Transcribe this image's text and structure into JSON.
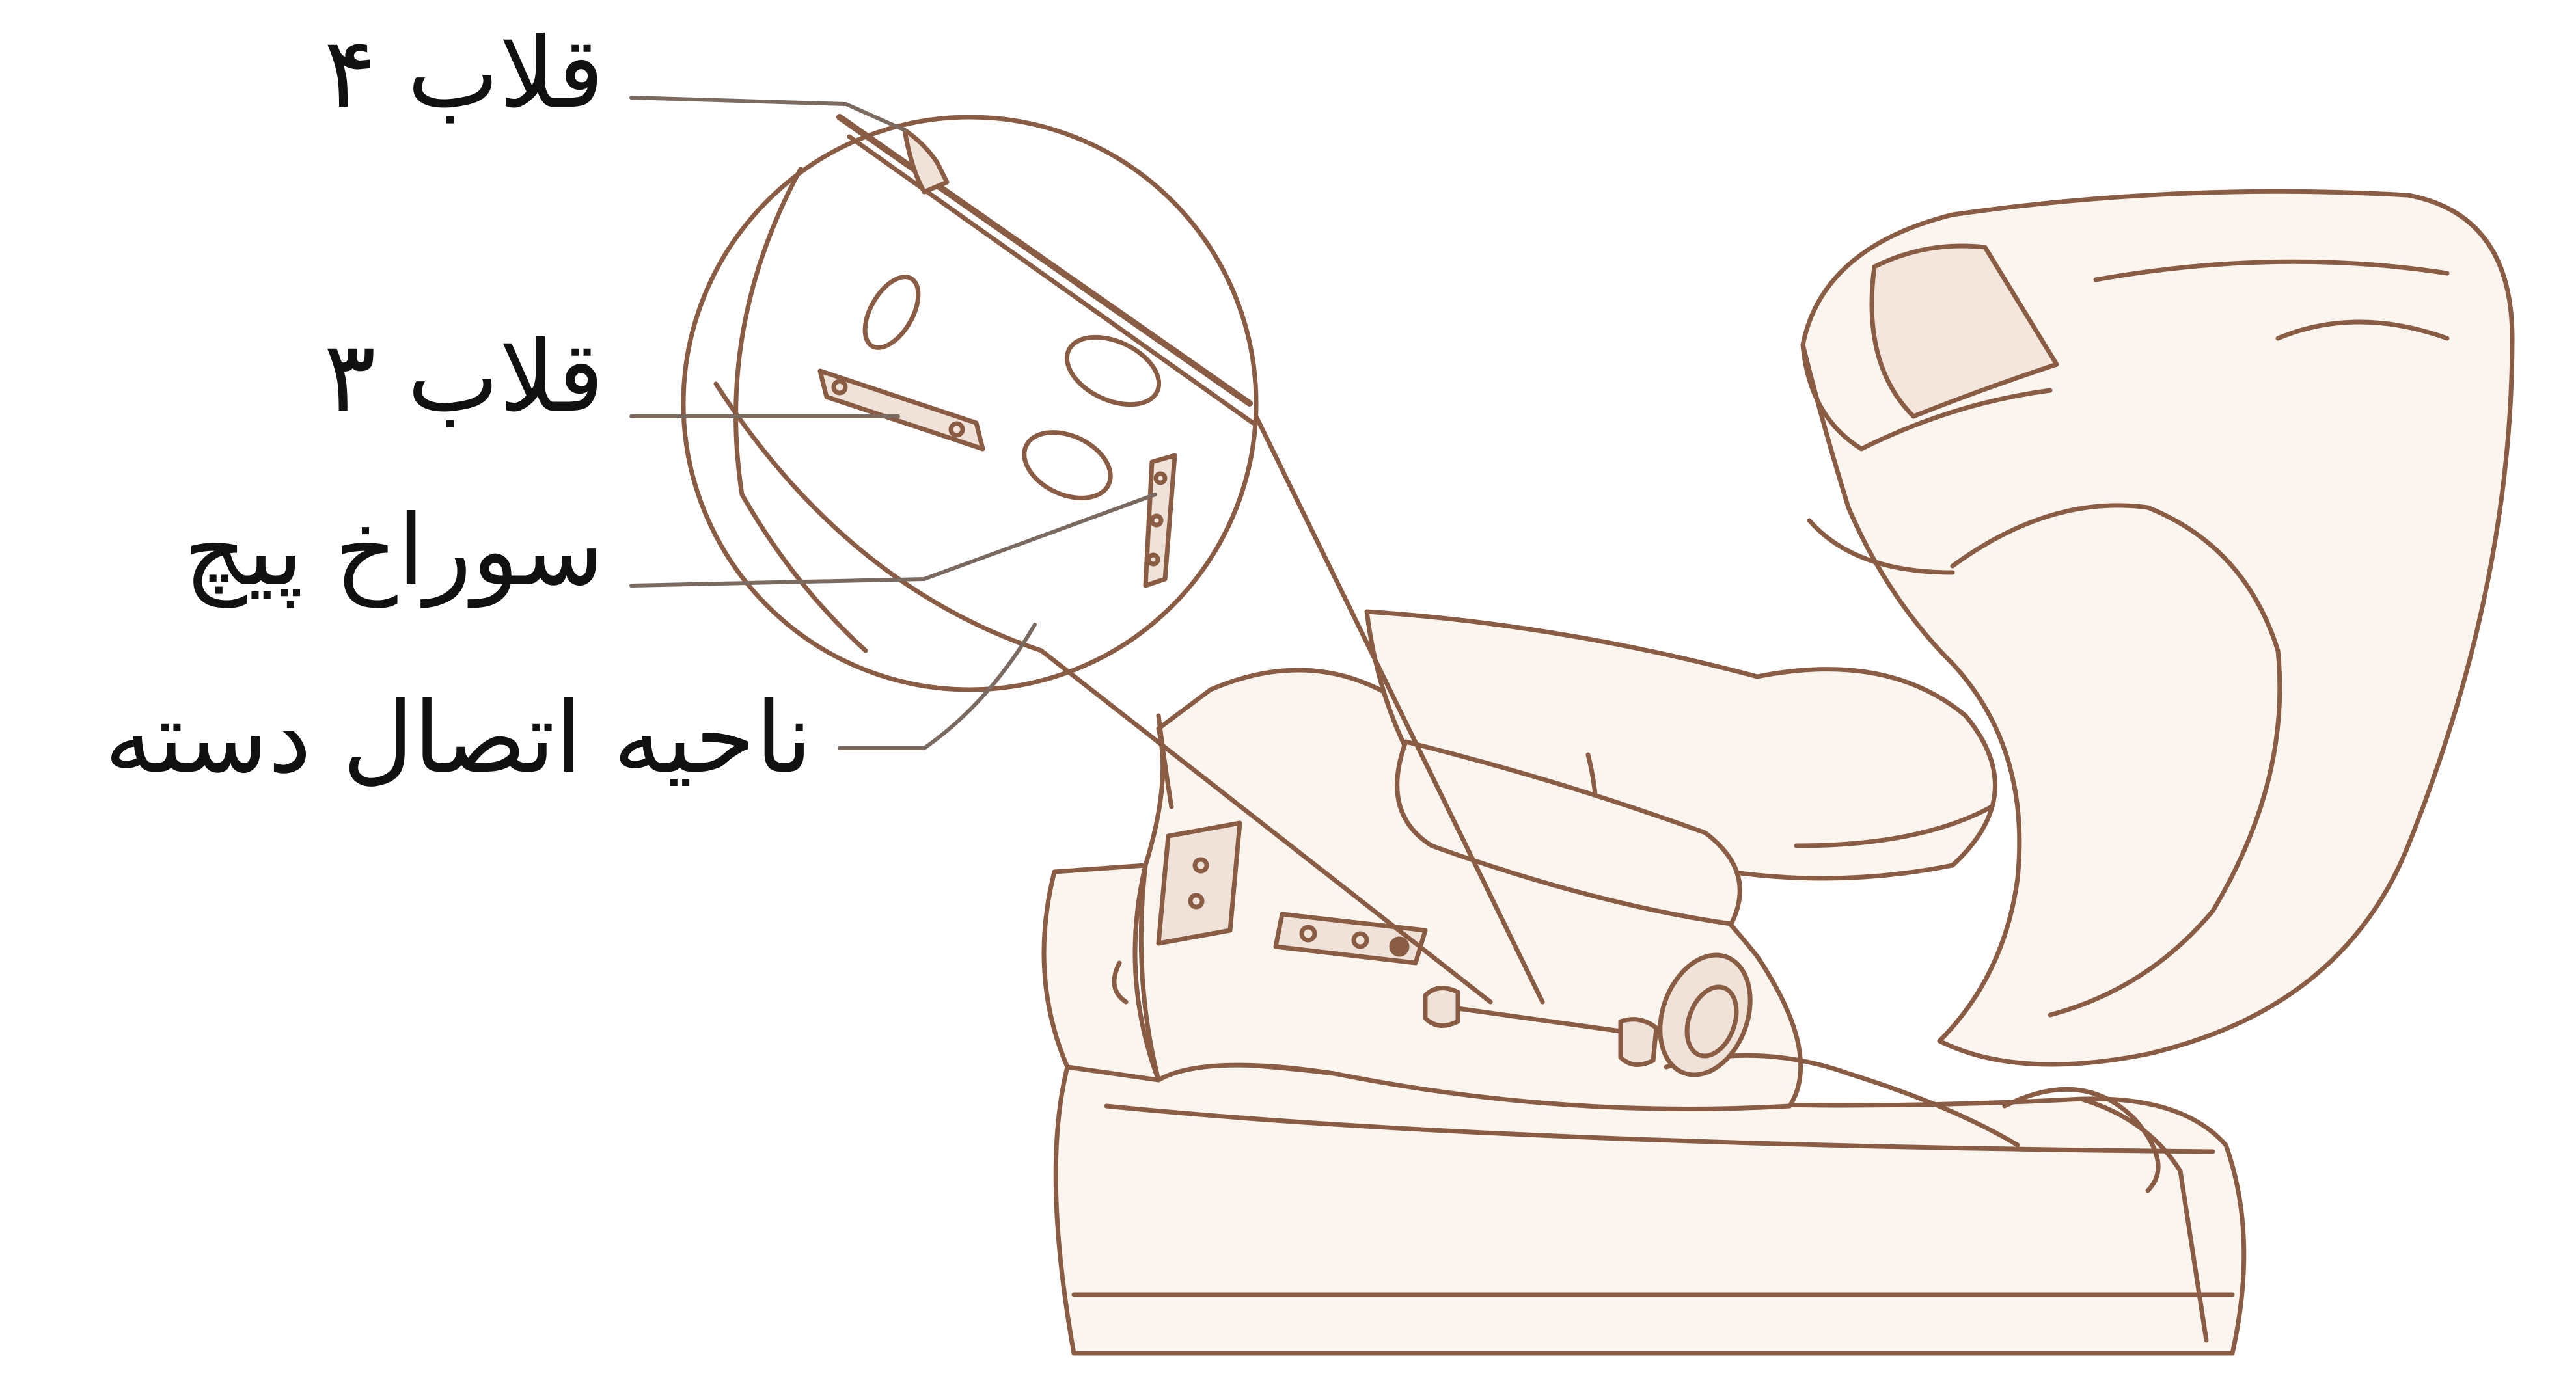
{
  "labels": {
    "hook4": "قلاب ۴",
    "hook3": "قلاب ۳",
    "screw_hole": "سوراخ پیچ",
    "armrest_area": "ناحیه اتصال دسته"
  },
  "colors": {
    "line_art": "#8a5c44",
    "chair_fill": "#fbf5f0",
    "text": "#111111",
    "background": "#ffffff"
  }
}
